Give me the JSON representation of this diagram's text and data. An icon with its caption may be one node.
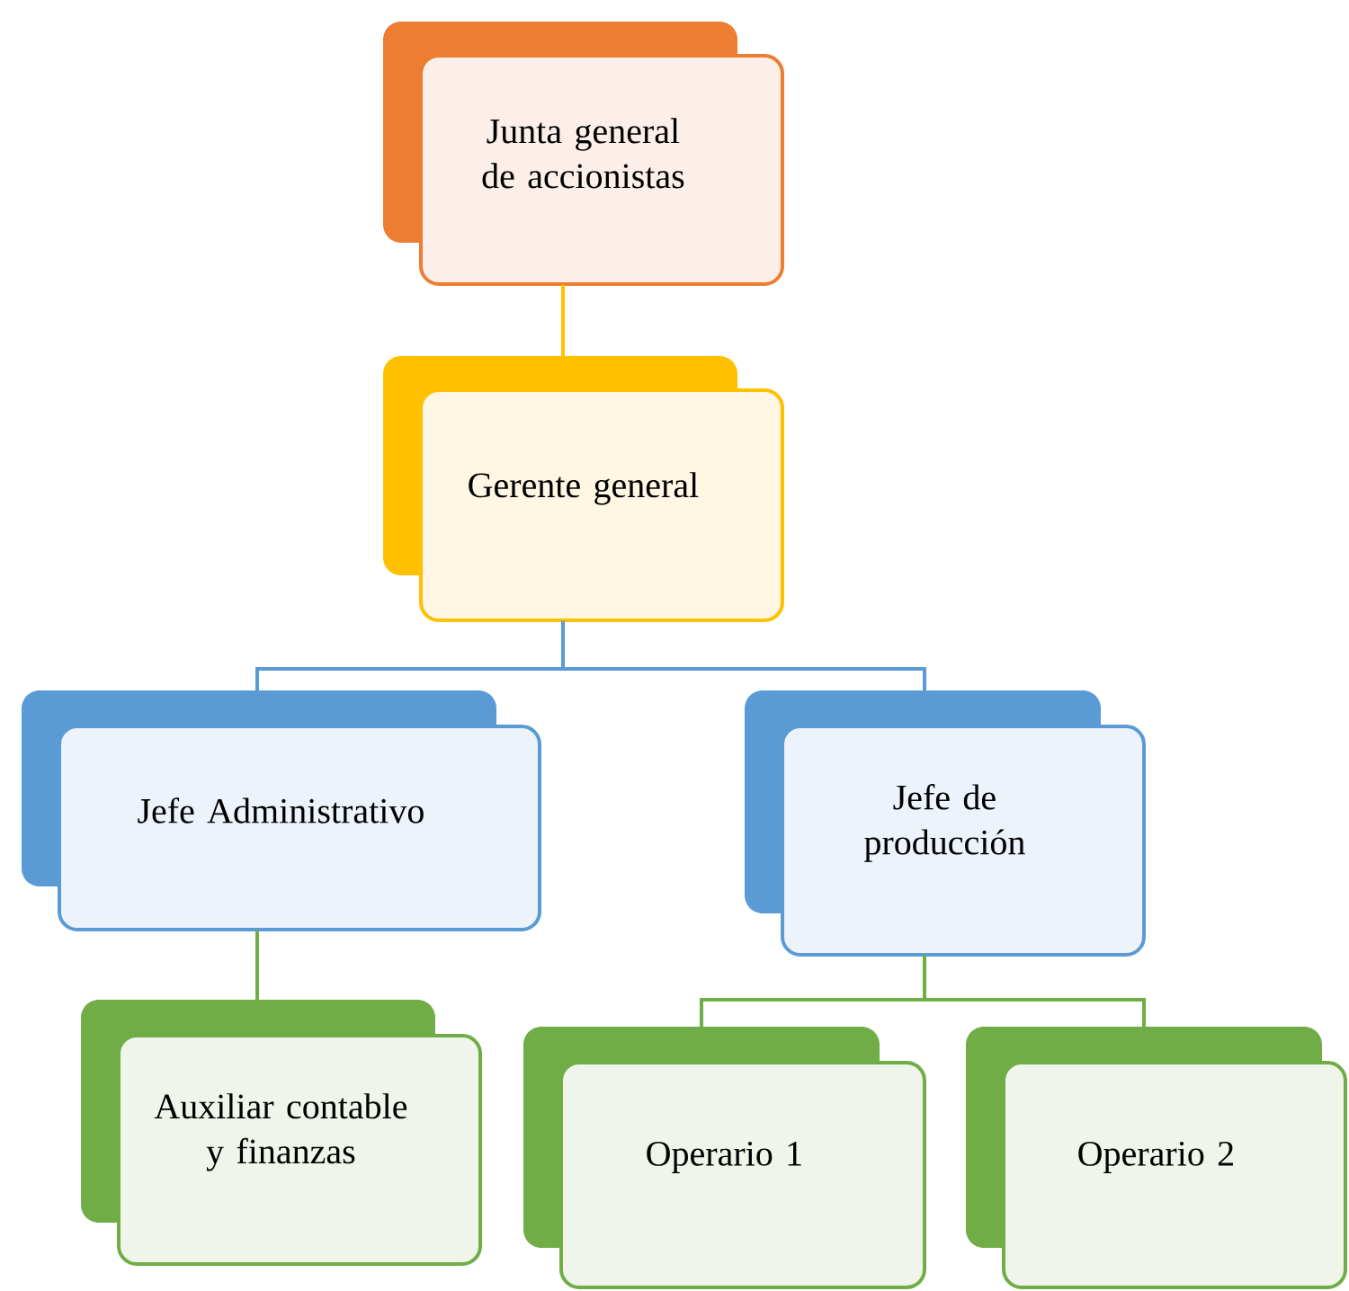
{
  "diagram": {
    "nodes": [
      {
        "text": [
          "Junta general de accionistas"
        ]
      },
      {
        "text": [
          "Gerente general"
        ]
      },
      {
        "text": [
          "Jefe Administrativo"
        ]
      },
      {
        "text": [
          "Jefe de producción"
        ]
      },
      {
        "text": [
          "Auxiliar contable y finanzas"
        ]
      },
      {
        "text": [
          "Operario 1"
        ]
      },
      {
        "text": [
          "Operario 2"
        ]
      }
    ],
    "edges": [
      {
        "from": 0,
        "to": 1,
        "arrow": "none",
        "color": "#ffc000"
      },
      {
        "from": 1,
        "to": 2,
        "arrow": "none",
        "color": "#5b9bd5"
      },
      {
        "from": 1,
        "to": 3,
        "arrow": "none",
        "color": "#5b9bd5"
      },
      {
        "from": 2,
        "to": 4,
        "arrow": "none",
        "color": "#70ad47"
      },
      {
        "from": 3,
        "to": 5,
        "arrow": "none",
        "color": "#70ad47"
      },
      {
        "from": 3,
        "to": 6,
        "arrow": "none",
        "color": "#70ad47"
      }
    ]
  }
}
